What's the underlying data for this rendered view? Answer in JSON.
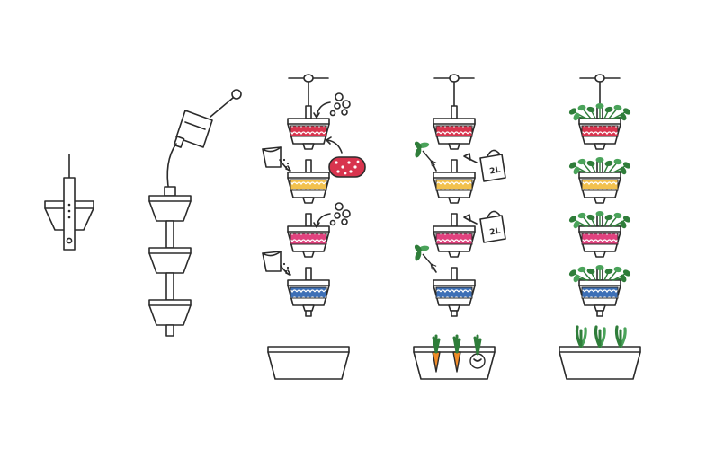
{
  "figure": {
    "panel_count": 5,
    "panels": [
      {
        "id": "single-planter-unit"
      },
      {
        "id": "stacked-planters-with-hanger"
      },
      {
        "id": "filled-planters-with-inputs"
      },
      {
        "id": "planting-and-watering"
      },
      {
        "id": "grown-plants"
      }
    ]
  },
  "watering_can_labels": [
    "2L",
    "2L"
  ],
  "soil_layer_colors": {
    "red": "#d8344e",
    "yellow": "#f2c14e",
    "pink": "#e0427e",
    "blue": "#3d6fb6"
  },
  "plant_colors": {
    "leaf": "#2f7d3a",
    "leaf_light": "#4aa35a",
    "root": "#f28c28"
  },
  "icons": [
    "planter-cup-icon",
    "hanging-hook-icon",
    "seed-bag-icon",
    "bubbles-icon",
    "fertilizer-pill-icon",
    "watering-can-icon",
    "seedling-icon",
    "carrot-icon",
    "beet-icon",
    "trough-icon"
  ]
}
